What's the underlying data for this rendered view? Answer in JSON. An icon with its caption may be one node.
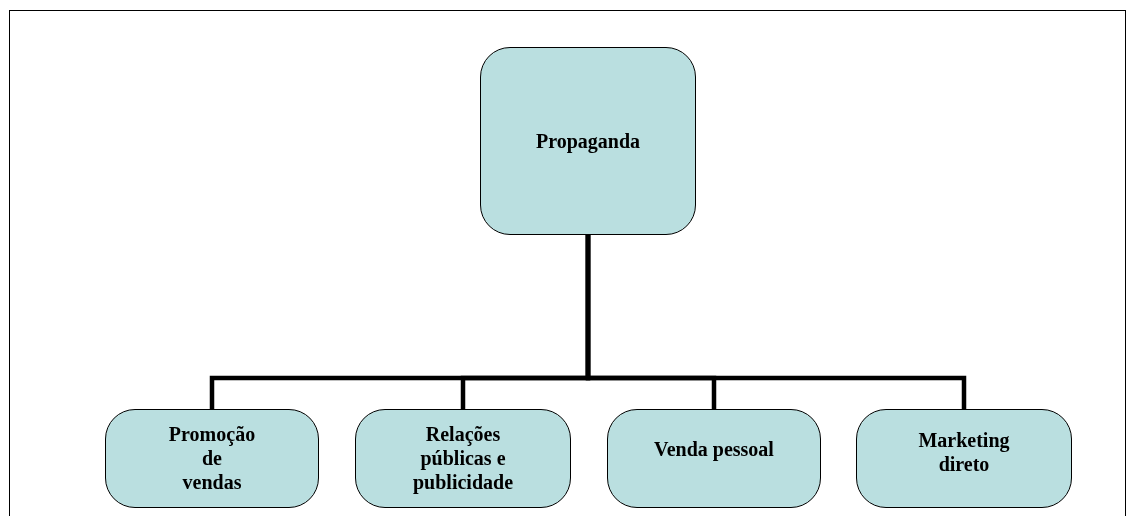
{
  "diagram": {
    "nodes": [
      {
        "text": [
          "Propaganda"
        ]
      },
      {
        "text": [
          "Promoção de vendas"
        ]
      },
      {
        "text": [
          "Relações públicas e publicidade"
        ]
      },
      {
        "text": [
          "Venda pessoal"
        ]
      },
      {
        "text": [
          "Marketing direto"
        ]
      }
    ],
    "edges": [
      {
        "from": 0,
        "to": 1,
        "arrow": "none"
      },
      {
        "from": 0,
        "to": 2,
        "arrow": "none"
      },
      {
        "from": 0,
        "to": 3,
        "arrow": "none"
      },
      {
        "from": 0,
        "to": 4,
        "arrow": "none"
      }
    ]
  }
}
